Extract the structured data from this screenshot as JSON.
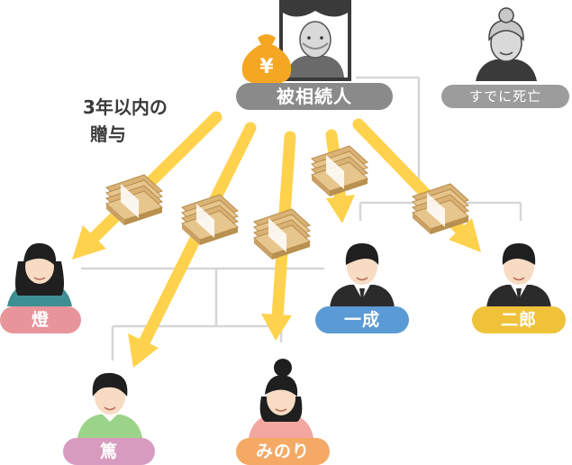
{
  "note": {
    "line1": "3年以内の",
    "line2": "贈与"
  },
  "people": {
    "deceased": {
      "label": "被相続人"
    },
    "spouse": {
      "label": "すでに死亡"
    },
    "akari": {
      "label": "燈"
    },
    "issei": {
      "label": "一成"
    },
    "jiro": {
      "label": "二郎"
    },
    "atsu": {
      "label": "篤"
    },
    "minori": {
      "label": "みのり"
    }
  },
  "yen_symbol": "¥",
  "colors": {
    "arrow": "#ffd24d",
    "line": "#d6d6d6",
    "money": "#e8c58b"
  }
}
